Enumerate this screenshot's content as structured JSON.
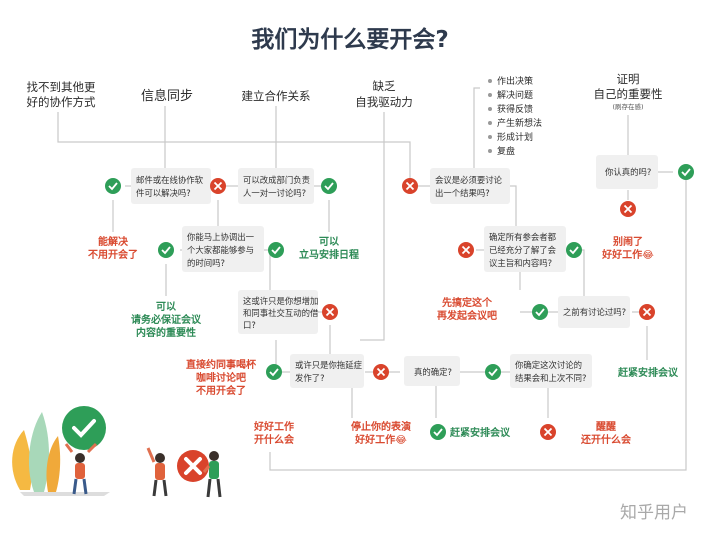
{
  "title": "我们为什么要开会?",
  "sources": {
    "find_tool": [
      "找不到其他更",
      "好的协作方式"
    ],
    "info_sync": "信息同步",
    "build_relation": "建立合作关系",
    "lack_drive": [
      "缺乏",
      "自我驱动力"
    ],
    "prove": [
      "证明",
      "自己的重要性"
    ],
    "prove_note": "(刷存在感)"
  },
  "purpose_list": [
    "作出决策",
    "解决问题",
    "获得反馈",
    "产生新想法",
    "形成计划",
    "复盘"
  ],
  "questions": {
    "q_email": [
      "邮件或在线协作软",
      "件可以解决吗?"
    ],
    "q_one_on_one": [
      "可以改成部门负责",
      "人一对一讨论吗?"
    ],
    "q_result": [
      "会议是必须要讨论",
      "出一个结果吗?"
    ],
    "q_serious": "你认真的吗?",
    "q_coordinate": [
      "你能马上协调出一",
      "个大家都能够参与",
      "的时间吗?"
    ],
    "q_prepared": [
      "确定所有参会者都",
      "已经充分了解了会",
      "议主旨和内容吗?"
    ],
    "q_social": [
      "这或许只是你想增加",
      "和同事社交互动的借",
      "口?"
    ],
    "q_discussed": "之前有讨论过吗?",
    "q_delay": [
      "或许只是你拖延症",
      "发作了?"
    ],
    "q_really": "真的确定?",
    "q_diff": [
      "你确定这次讨论的",
      "结果会和上次不同?"
    ]
  },
  "outcomes": {
    "solved": [
      "能解决",
      "不用开会了"
    ],
    "schedule_now": [
      "可以",
      "立马安排日程"
    ],
    "ensure": [
      "可以",
      "请务必保证会议",
      "内容的重要性"
    ],
    "coffee": [
      "直接约同事喝杯",
      "咖啡讨论吧",
      "不用开会了"
    ],
    "good_work": [
      "好好工作",
      "开什么会"
    ],
    "stop_act": [
      "停止你的表演",
      "好好工作😂"
    ],
    "schedule_go": "赶紧安排会议",
    "schedule_go2": "赶紧安排会议",
    "wake_up": [
      "醒醒",
      "还开什么会"
    ],
    "prep_first": [
      "先搞定这个",
      "再发起会议吧"
    ],
    "dont": [
      "别闹了",
      "好好工作😂"
    ]
  },
  "watermark": "知乎用户",
  "colors": {
    "green": "#2e9e58",
    "red": "#d9432b",
    "box": "#f0f0f0",
    "line": "#c9c9c9",
    "title": "#2e3a4d"
  }
}
